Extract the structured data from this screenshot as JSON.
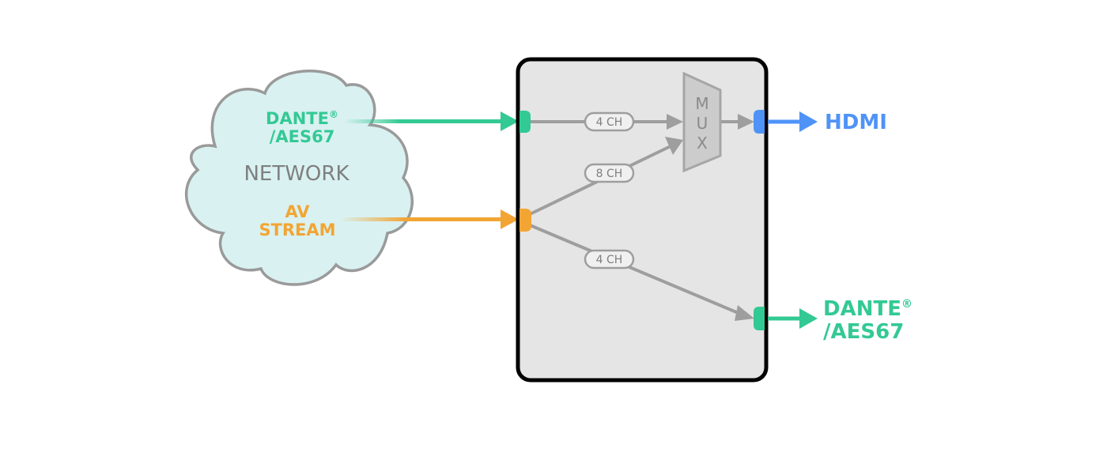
{
  "diagram": {
    "colors": {
      "dante": "#33c994",
      "av": "#f2a533",
      "hdmi": "#4f93f7",
      "internal": "#9e9e9e",
      "cloud_fill": "#d9f1f1",
      "cloud_stroke": "#9a9a9a",
      "device_fill": "#e5e5e5",
      "device_stroke": "#000000",
      "mux_fill": "#cccccc"
    },
    "network": {
      "label": "NETWORK",
      "dante_label_line1": "DANTE",
      "dante_reg": "®",
      "dante_label_line2": "/AES67",
      "av_label_line1": "AV",
      "av_label_line2": "STREAM"
    },
    "device": {
      "mux_letters": [
        "M",
        "U",
        "X"
      ],
      "channels": {
        "dante_to_mux": "4 CH",
        "av_to_mux": "8 CH",
        "av_to_dante_out": "4 CH"
      }
    },
    "outputs": {
      "hdmi": "HDMI",
      "dante_line1": "DANTE",
      "dante_reg": "®",
      "dante_line2": "/AES67"
    }
  }
}
